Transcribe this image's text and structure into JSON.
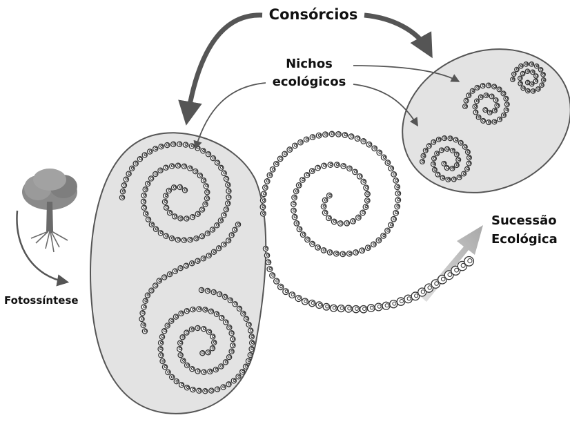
{
  "labels": {
    "consorcios": "Consórcios",
    "nichos_line1": "Nichos",
    "nichos_line2": "ecológicos",
    "sucessao_line1": "Sucessão",
    "sucessao_line2": "Ecológica",
    "fotossintese": "Fotossíntese"
  },
  "colors": {
    "ellipse_fill": "#e3e3e3",
    "ellipse_stroke": "#555555",
    "bead": "#333333",
    "arrow": "#555555",
    "succession_arrow": "#b5b5b5",
    "tree_foliage": "#8a8a8a",
    "tree_trunk": "#6a6a6a"
  },
  "icons": {
    "tree": "tree-icon",
    "bead": "mini-spiral-icon"
  }
}
